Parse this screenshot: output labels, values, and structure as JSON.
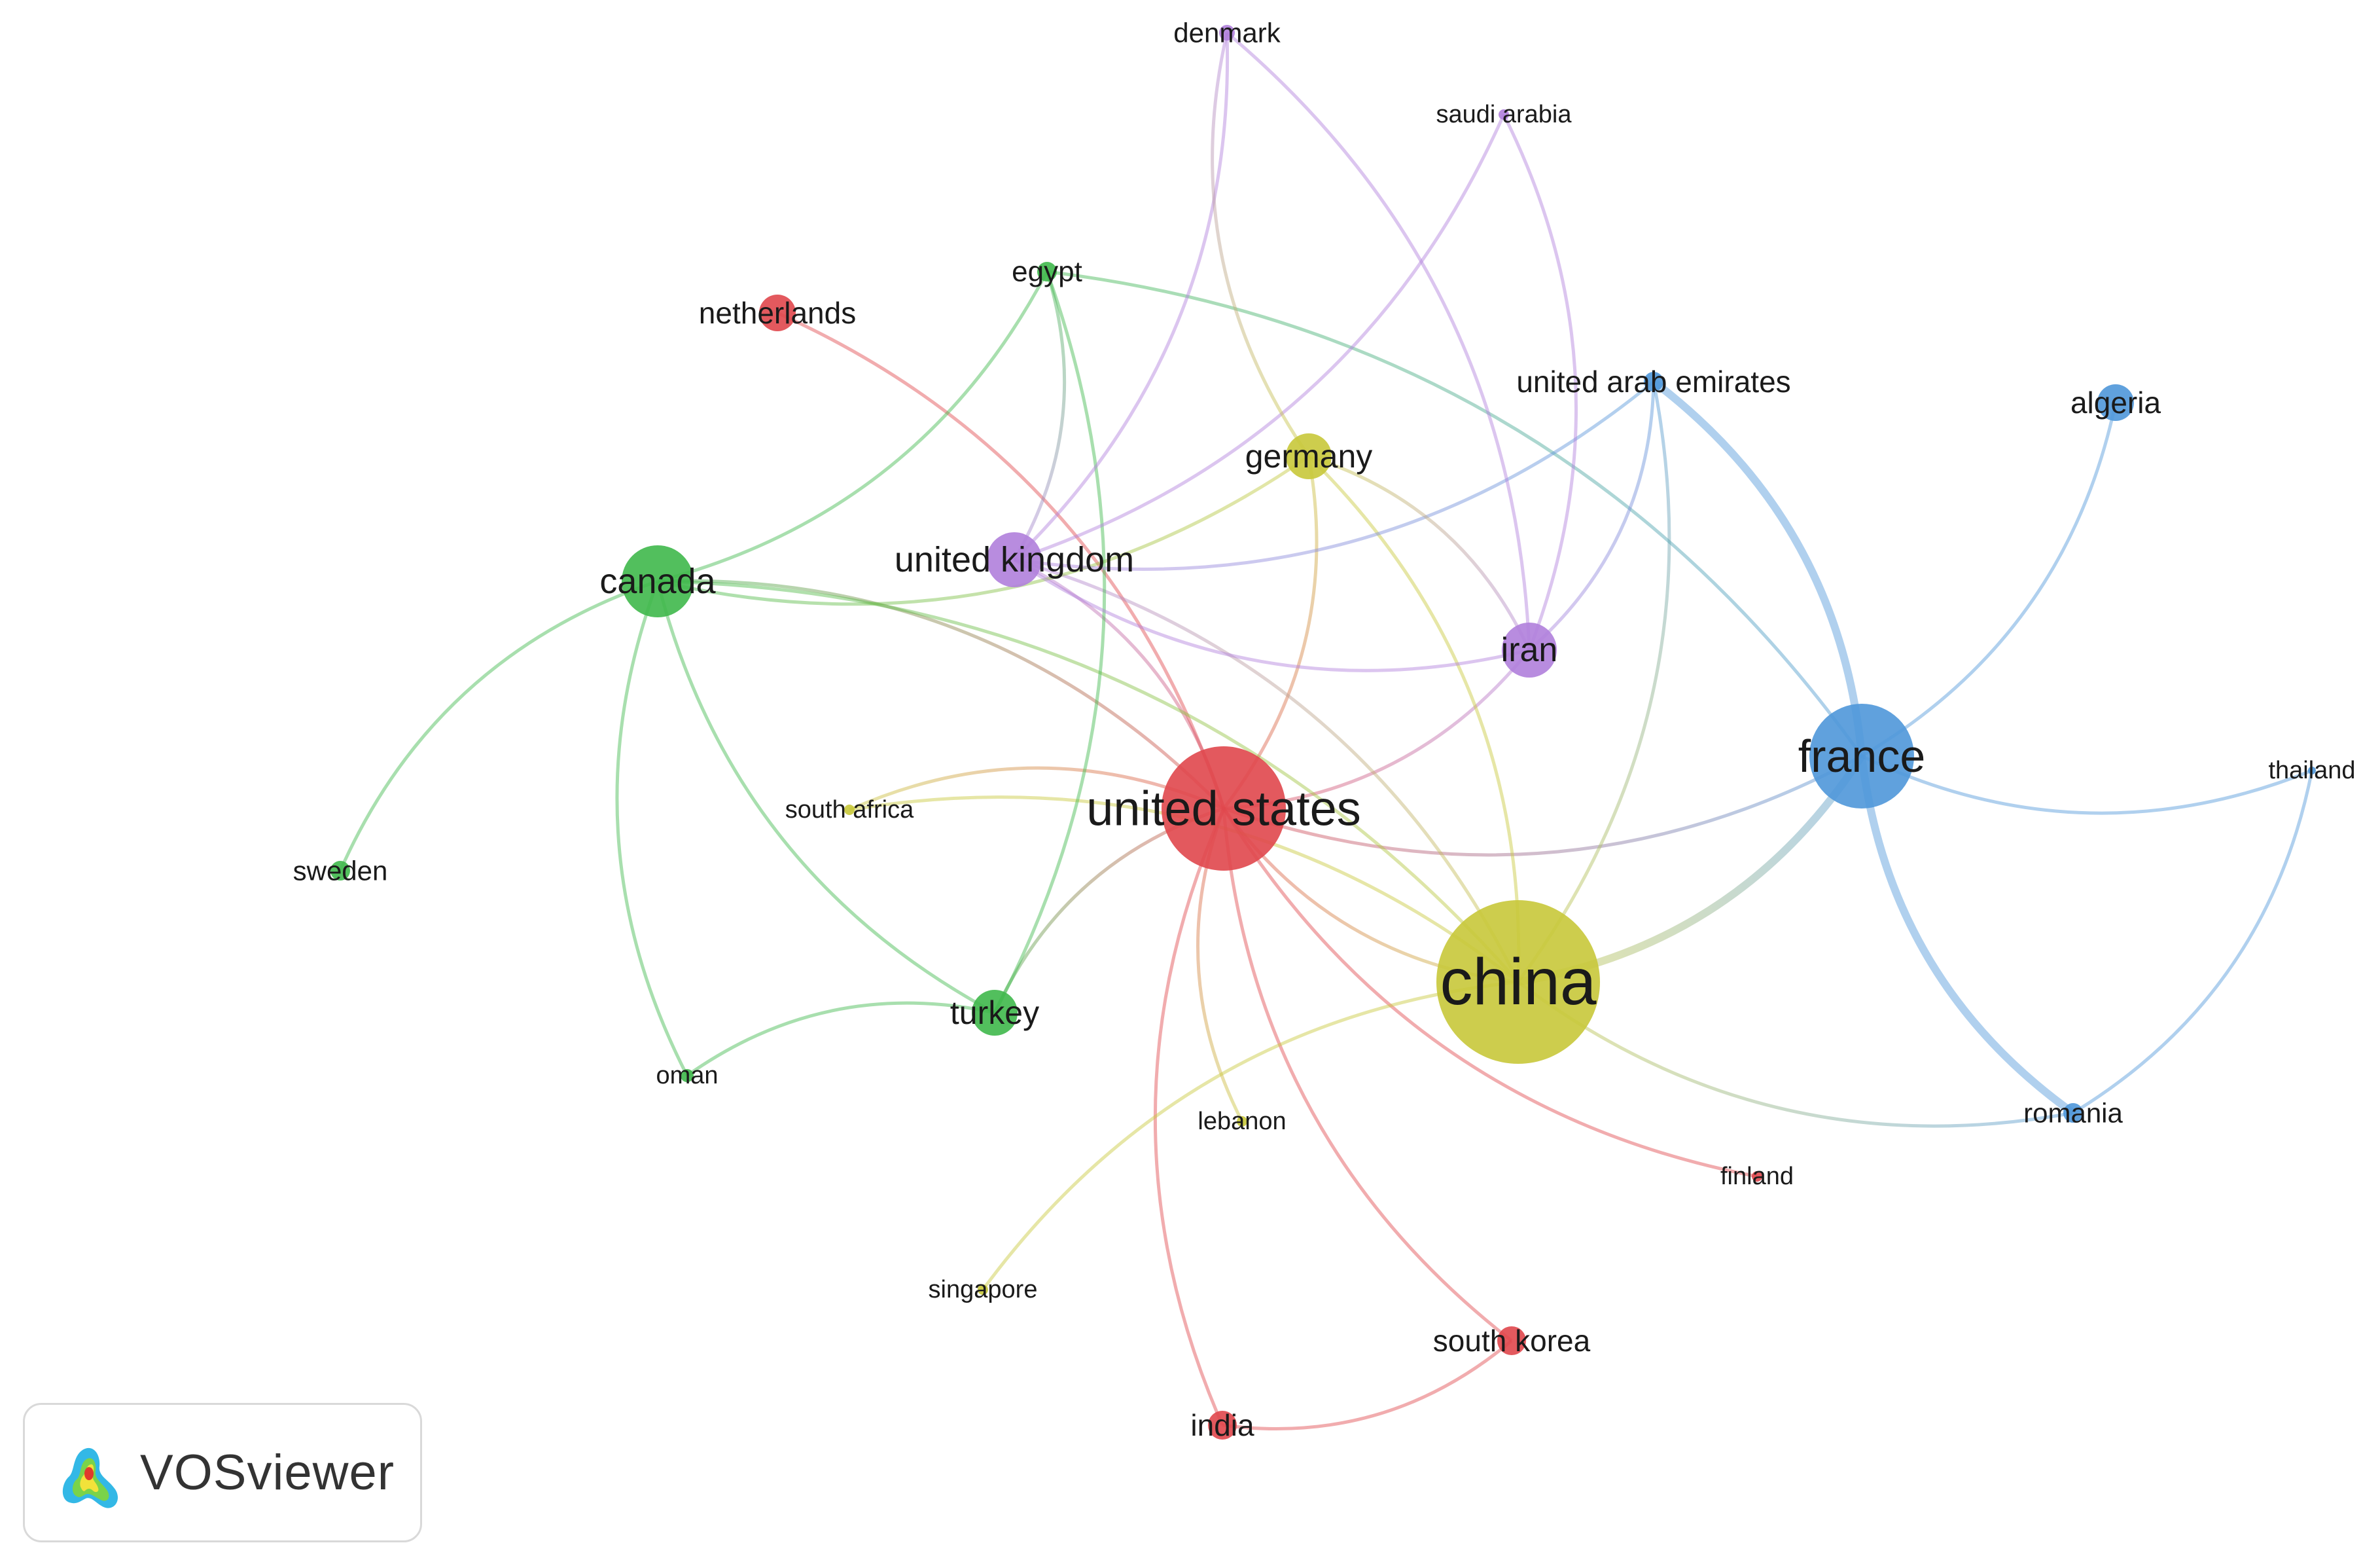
{
  "app": {
    "name": "VOSviewer"
  },
  "clusters": {
    "red": "#e0474c",
    "yellow": "#c8c83a",
    "green": "#3fb84b",
    "blue": "#4f97d9",
    "purple": "#b07fdc"
  },
  "nodes": [
    {
      "id": "united_states",
      "label": "united states",
      "cluster": "red"
    },
    {
      "id": "china",
      "label": "china",
      "cluster": "yellow"
    },
    {
      "id": "france",
      "label": "france",
      "cluster": "blue"
    },
    {
      "id": "canada",
      "label": "canada",
      "cluster": "green"
    },
    {
      "id": "united_kingdom",
      "label": "united kingdom",
      "cluster": "purple"
    },
    {
      "id": "iran",
      "label": "iran",
      "cluster": "purple"
    },
    {
      "id": "germany",
      "label": "germany",
      "cluster": "yellow"
    },
    {
      "id": "turkey",
      "label": "turkey",
      "cluster": "green"
    },
    {
      "id": "netherlands",
      "label": "netherlands",
      "cluster": "red"
    },
    {
      "id": "egypt",
      "label": "egypt",
      "cluster": "green"
    },
    {
      "id": "denmark",
      "label": "denmark",
      "cluster": "purple"
    },
    {
      "id": "saudi_arabia",
      "label": "saudi arabia",
      "cluster": "purple"
    },
    {
      "id": "uae",
      "label": "united arab emirates",
      "cluster": "blue"
    },
    {
      "id": "algeria",
      "label": "algeria",
      "cluster": "blue"
    },
    {
      "id": "thailand",
      "label": "thailand",
      "cluster": "blue"
    },
    {
      "id": "romania",
      "label": "romania",
      "cluster": "blue"
    },
    {
      "id": "south_africa",
      "label": "south africa",
      "cluster": "yellow"
    },
    {
      "id": "sweden",
      "label": "sweden",
      "cluster": "green"
    },
    {
      "id": "oman",
      "label": "oman",
      "cluster": "green"
    },
    {
      "id": "lebanon",
      "label": "lebanon",
      "cluster": "yellow"
    },
    {
      "id": "finland",
      "label": "finland",
      "cluster": "red"
    },
    {
      "id": "singapore",
      "label": "singapore",
      "cluster": "yellow"
    },
    {
      "id": "south_korea",
      "label": "south korea",
      "cluster": "red"
    },
    {
      "id": "india",
      "label": "india",
      "cluster": "red"
    }
  ],
  "links": [
    [
      "united_states",
      "china"
    ],
    [
      "united_states",
      "canada"
    ],
    [
      "united_states",
      "netherlands"
    ],
    [
      "united_states",
      "germany"
    ],
    [
      "united_states",
      "iran"
    ],
    [
      "united_states",
      "turkey"
    ],
    [
      "united_states",
      "south_africa"
    ],
    [
      "united_states",
      "lebanon"
    ],
    [
      "united_states",
      "finland"
    ],
    [
      "united_states",
      "south_korea"
    ],
    [
      "united_states",
      "india"
    ],
    [
      "united_states",
      "france"
    ],
    [
      "united_states",
      "united_kingdom"
    ],
    [
      "china",
      "france"
    ],
    [
      "china",
      "germany"
    ],
    [
      "china",
      "canada"
    ],
    [
      "china",
      "singapore"
    ],
    [
      "china",
      "romania"
    ],
    [
      "china",
      "south_africa"
    ],
    [
      "china",
      "uae"
    ],
    [
      "china",
      "united_kingdom"
    ],
    [
      "france",
      "uae"
    ],
    [
      "france",
      "algeria"
    ],
    [
      "france",
      "thailand"
    ],
    [
      "france",
      "romania"
    ],
    [
      "france",
      "egypt"
    ],
    [
      "romania",
      "thailand"
    ],
    [
      "canada",
      "egypt"
    ],
    [
      "canada",
      "sweden"
    ],
    [
      "canada",
      "turkey"
    ],
    [
      "canada",
      "oman"
    ],
    [
      "canada",
      "germany"
    ],
    [
      "turkey",
      "oman"
    ],
    [
      "turkey",
      "egypt"
    ],
    [
      "united_kingdom",
      "egypt"
    ],
    [
      "united_kingdom",
      "denmark"
    ],
    [
      "united_kingdom",
      "saudi_arabia"
    ],
    [
      "united_kingdom",
      "iran"
    ],
    [
      "united_kingdom",
      "uae"
    ],
    [
      "iran",
      "denmark"
    ],
    [
      "iran",
      "saudi_arabia"
    ],
    [
      "iran",
      "uae"
    ],
    [
      "iran",
      "germany"
    ],
    [
      "denmark",
      "germany"
    ],
    [
      "india",
      "south_korea"
    ]
  ]
}
